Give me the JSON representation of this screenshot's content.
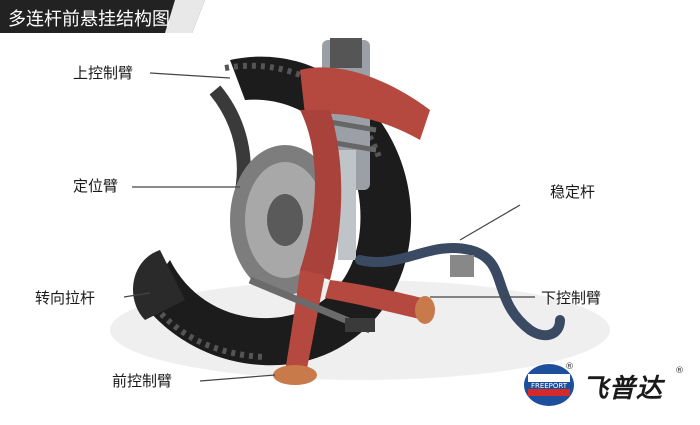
{
  "title": "多连杆前悬挂结构图",
  "labels": {
    "upper_arm": "上控制臂",
    "locating_arm": "定位臂",
    "stabilizer": "稳定杆",
    "tie_rod": "转向拉杆",
    "lower_arm": "下控制臂",
    "front_arm": "前控制臂"
  },
  "brand": {
    "logo_text": "FREEPORT",
    "name": "飞普达",
    "reg_mark": "®"
  },
  "colors": {
    "title_bg": "#222222",
    "title_accent": "#e8e8e8",
    "arm_red": "#b5483f",
    "tire_dark": "#1c1c1c",
    "stabilizer_blue": "#3a4a63",
    "logo_blue": "#1e4f9c",
    "logo_red": "#d42a2a"
  }
}
